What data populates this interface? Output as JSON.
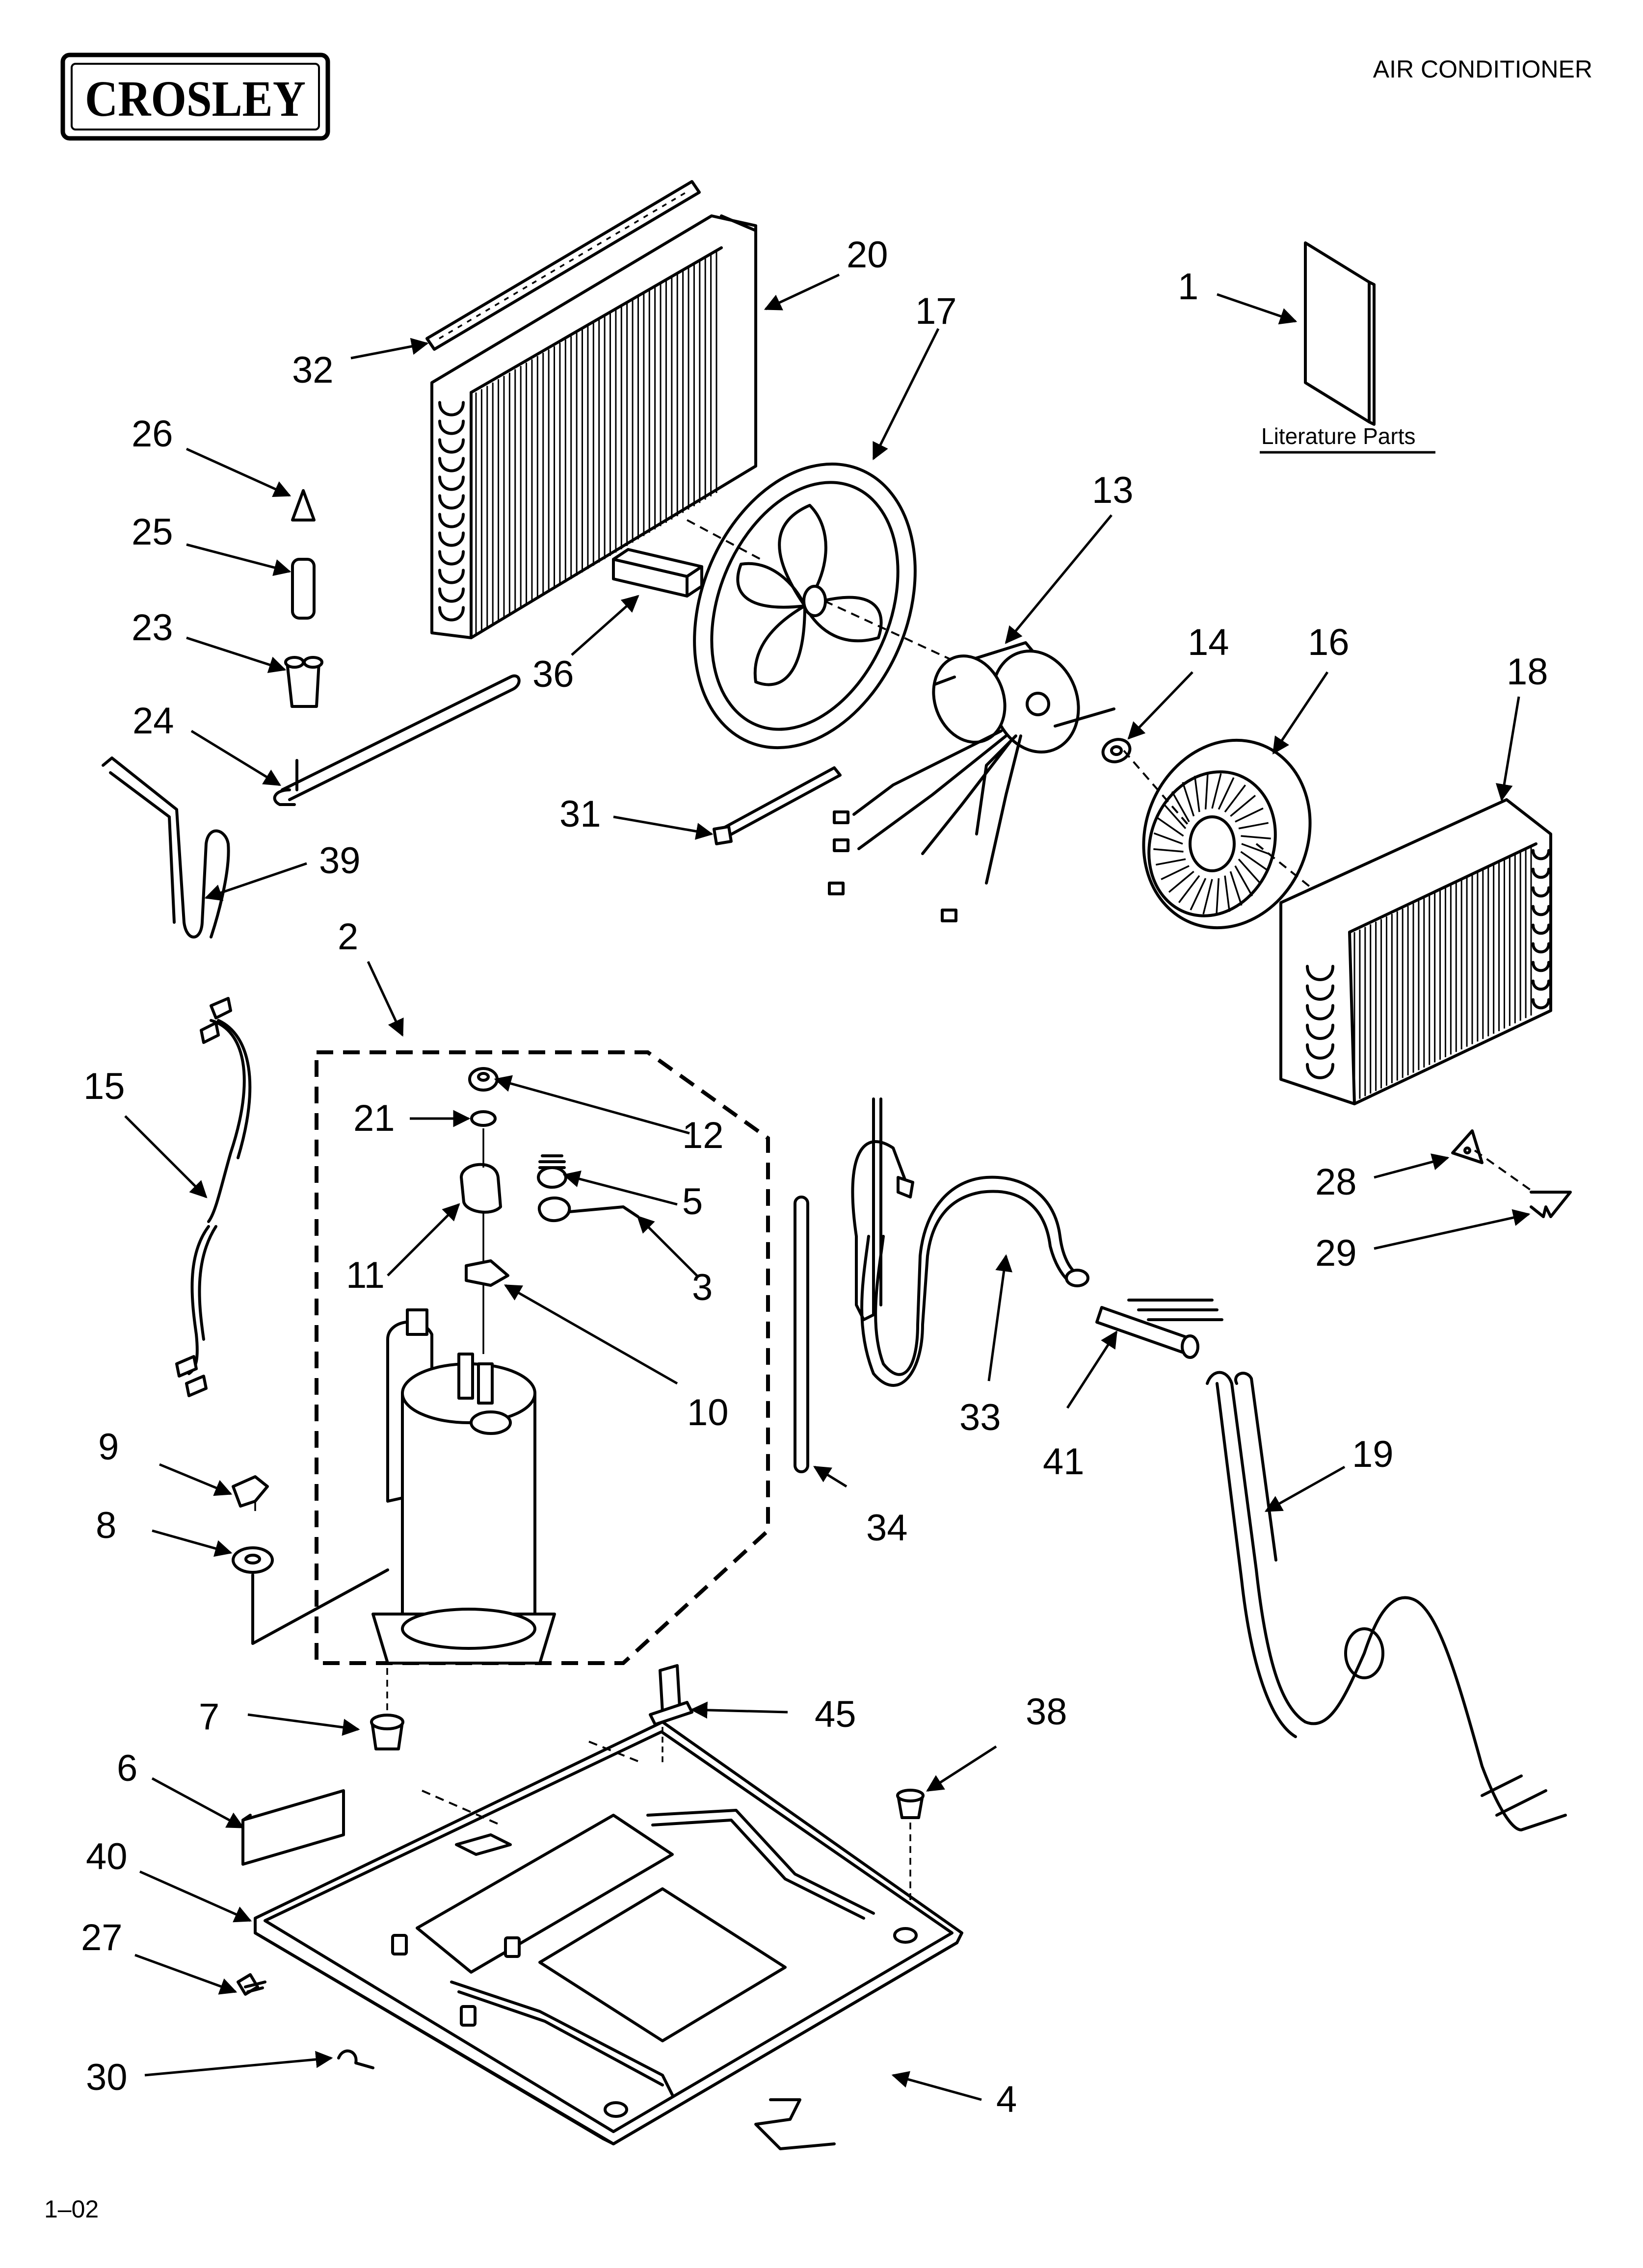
{
  "brand": "CROSLEY",
  "header_title": "AIR CONDITIONER",
  "literature_label": "Literature Parts",
  "footer_code": "1–02",
  "callouts": {
    "c1": "1",
    "c2": "2",
    "c3": "3",
    "c4": "4",
    "c5": "5",
    "c6": "6",
    "c7": "7",
    "c8": "8",
    "c9": "9",
    "c10": "10",
    "c11": "11",
    "c12": "12",
    "c13": "13",
    "c14": "14",
    "c15": "15",
    "c16": "16",
    "c17": "17",
    "c18": "18",
    "c19": "19",
    "c20": "20",
    "c21": "21",
    "c23": "23",
    "c24": "24",
    "c25": "25",
    "c26": "26",
    "c27": "27",
    "c28": "28",
    "c29": "29",
    "c30": "30",
    "c31": "31",
    "c32": "32",
    "c33": "33",
    "c34": "34",
    "c36": "36",
    "c38": "38",
    "c39": "39",
    "c40": "40",
    "c41": "41",
    "c45": "45"
  }
}
